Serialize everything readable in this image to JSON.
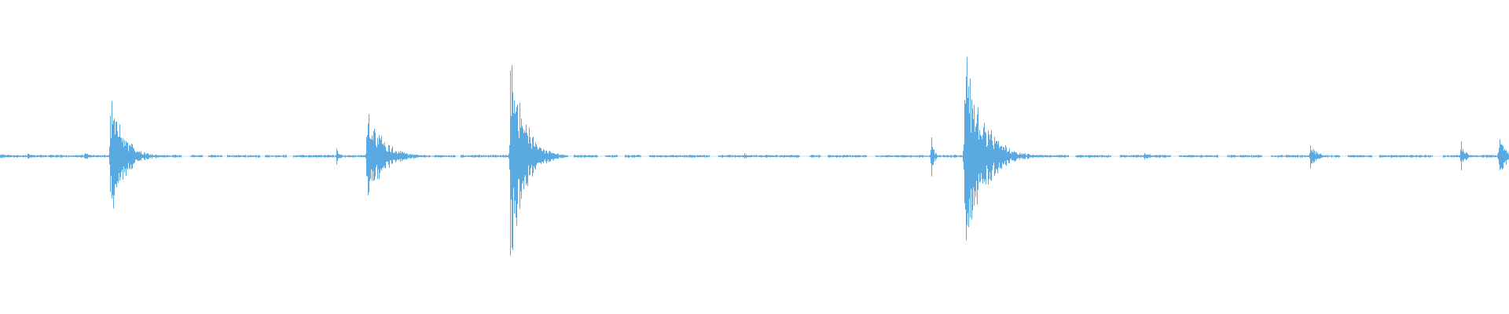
{
  "waveform": {
    "color": "#5aa9e0",
    "background": "#ffffff",
    "duration_s": 100,
    "baseline_amplitude": 0.01,
    "bursts": [
      {
        "t": 0.0,
        "peak": 0.02,
        "decay": 3.0
      },
      {
        "t": 1.8,
        "peak": 0.03,
        "decay": 1.0
      },
      {
        "t": 5.6,
        "peak": 0.05,
        "decay": 0.8
      },
      {
        "t": 7.3,
        "peak": 0.53,
        "decay": 2.5
      },
      {
        "t": 22.3,
        "peak": 0.1,
        "decay": 0.5
      },
      {
        "t": 24.3,
        "peak": 0.46,
        "decay": 2.8
      },
      {
        "t": 33.8,
        "peak": 0.99,
        "decay": 2.4
      },
      {
        "t": 45.7,
        "peak": 0.02,
        "decay": 0.6
      },
      {
        "t": 49.3,
        "peak": 0.03,
        "decay": 0.8
      },
      {
        "t": 61.7,
        "peak": 0.18,
        "decay": 0.5
      },
      {
        "t": 63.9,
        "peak": 0.99,
        "decay": 3.2
      },
      {
        "t": 75.8,
        "peak": 0.04,
        "decay": 1.2
      },
      {
        "t": 86.8,
        "peak": 0.15,
        "decay": 1.0
      },
      {
        "t": 96.8,
        "peak": 0.13,
        "decay": 0.8
      },
      {
        "t": 99.3,
        "peak": 0.17,
        "decay": 1.5
      }
    ],
    "gaps": [
      [
        12.0,
        12.6
      ],
      [
        13.4,
        13.8
      ],
      [
        14.7,
        15.0
      ],
      [
        17.2,
        17.5
      ],
      [
        19.0,
        19.4
      ],
      [
        28.5,
        28.8
      ],
      [
        30.2,
        30.5
      ],
      [
        37.5,
        38.0
      ],
      [
        39.6,
        40.1
      ],
      [
        40.9,
        41.4
      ],
      [
        42.5,
        43.0
      ],
      [
        47.0,
        47.6
      ],
      [
        53.0,
        53.6
      ],
      [
        54.4,
        54.8
      ],
      [
        57.4,
        58.0
      ],
      [
        67.0,
        67.4
      ],
      [
        70.8,
        71.2
      ],
      [
        73.6,
        74.2
      ],
      [
        77.6,
        78.1
      ],
      [
        80.7,
        81.3
      ],
      [
        83.6,
        84.2
      ],
      [
        88.8,
        89.3
      ],
      [
        90.9,
        91.4
      ],
      [
        94.9,
        95.6
      ]
    ]
  }
}
